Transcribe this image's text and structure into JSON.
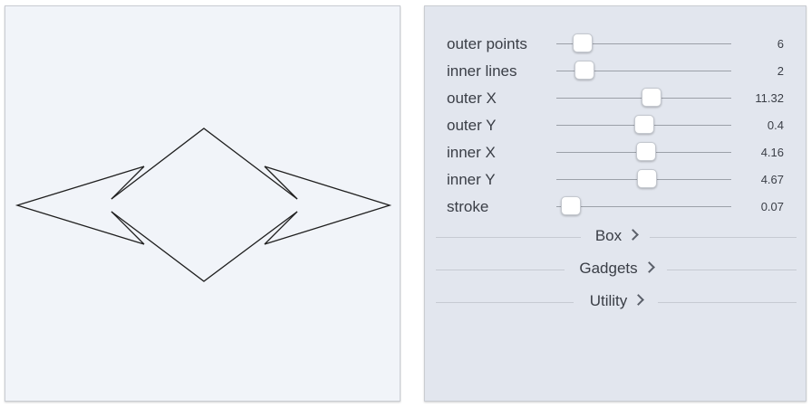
{
  "controls": {
    "sliders": [
      {
        "label": "outer points",
        "value": "6",
        "fraction": 0.15
      },
      {
        "label": "inner lines",
        "value": "2",
        "fraction": 0.16
      },
      {
        "label": "outer X",
        "value": "11.32",
        "fraction": 0.545
      },
      {
        "label": "outer Y",
        "value": "0.4",
        "fraction": 0.5
      },
      {
        "label": "inner X",
        "value": "4.16",
        "fraction": 0.515
      },
      {
        "label": "inner Y",
        "value": "4.67",
        "fraction": 0.52
      },
      {
        "label": "stroke",
        "value": "0.07",
        "fraction": 0.085
      }
    ],
    "sections": [
      {
        "title": "Box"
      },
      {
        "title": "Gadgets"
      },
      {
        "title": "Utility"
      }
    ]
  },
  "icons": {
    "section_toggle": "chevron-right-icon",
    "slider_handle": "slider-thumb"
  },
  "colors": {
    "canvas_bg": "#f1f4f9",
    "panel_bg": "#e2e6ee",
    "stroke": "#1f1f1f"
  }
}
